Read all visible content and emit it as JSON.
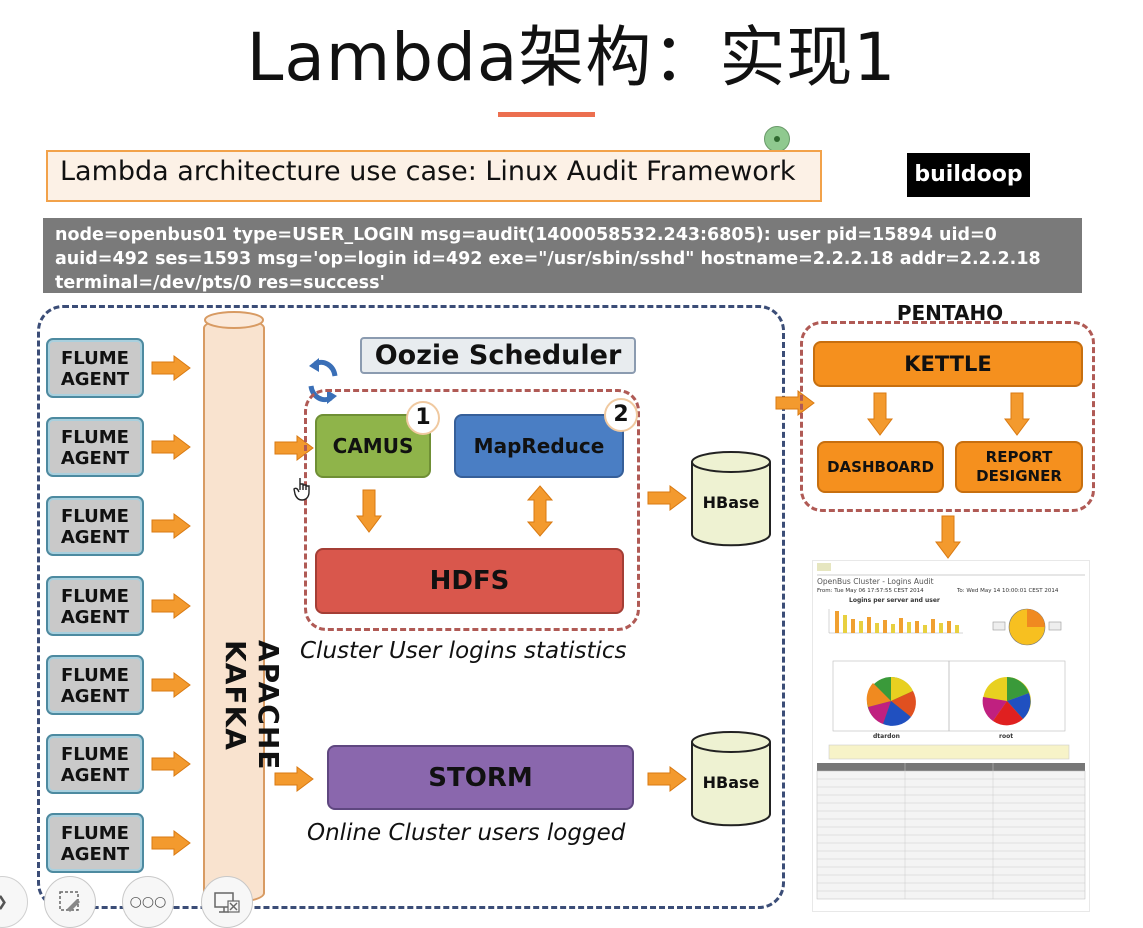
{
  "title": "Lambda架构：实现1",
  "subtitle": "Lambda architecture use case: Linux Audit Framework",
  "brand": "buildoop",
  "log_lines": [
    "node=openbus01 type=USER_LOGIN msg=audit(1400058532.243:6805): user pid=15894 uid=0",
    "auid=492 ses=1593 msg='op=login id=492 exe=\"/usr/sbin/sshd\" hostname=2.2.2.18 addr=2.2.2.18",
    "terminal=/dev/pts/0 res=success'"
  ],
  "flume_agents": [
    {
      "line1": "FLUME",
      "line2": "AGENT"
    },
    {
      "line1": "FLUME",
      "line2": "AGENT"
    },
    {
      "line1": "FLUME",
      "line2": "AGENT"
    },
    {
      "line1": "FLUME",
      "line2": "AGENT"
    },
    {
      "line1": "FLUME",
      "line2": "AGENT"
    },
    {
      "line1": "FLUME",
      "line2": "AGENT"
    },
    {
      "line1": "FLUME",
      "line2": "AGENT"
    }
  ],
  "kafka_label": "APACHE KAFKA",
  "oozie_label": "Oozie Scheduler",
  "batch": {
    "camus": "CAMUS",
    "camus_step": "1",
    "mapreduce": "MapReduce",
    "mapreduce_step": "2",
    "hdfs": "HDFS",
    "caption": "Cluster User logins statistics"
  },
  "hbase_top": "HBase",
  "hbase_bottom": "HBase",
  "speed": {
    "storm": "STORM",
    "caption": "Online Cluster users logged"
  },
  "pentaho": {
    "label": "PENTAHO",
    "kettle": "KETTLE",
    "dashboard": "DASHBOARD",
    "report_line1": "REPORT",
    "report_line2": "DESIGNER"
  },
  "report_preview": {
    "heading": "OpenBus Cluster - Logins Audit",
    "from": "From: Tue May 06 17:57:55 CEST 2014",
    "to": "To: Wed May 14 10:00:01 CEST 2014",
    "chart_title": "Logins per server and user",
    "pie1_label": "dtardon",
    "pie2_label": "root"
  },
  "colors": {
    "arrow": "#f39a2e",
    "flume_bg": "#c9c9c9",
    "camus": "#8fb44a",
    "mapreduce": "#4a7ec4",
    "hdfs": "#d9574c",
    "storm": "#8a67ad",
    "kettle": "#f5901e",
    "dashed_blue": "#3b4d77",
    "dashed_red": "#b05a55"
  },
  "icons": [
    "refresh-cycle-icon",
    "cursor-hand-icon",
    "pen-icon",
    "more-dots-icon",
    "screen-close-icon"
  ]
}
